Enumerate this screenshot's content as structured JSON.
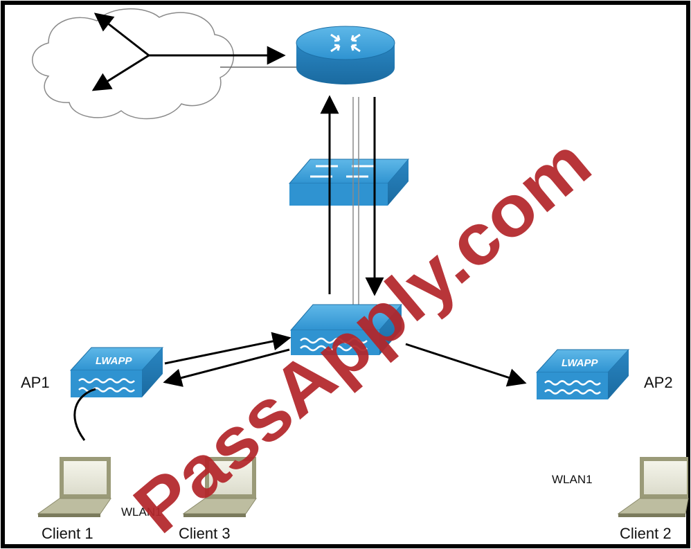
{
  "diagram": {
    "nodes": {
      "cloud": {
        "type": "network-cloud"
      },
      "router": {
        "type": "router"
      },
      "switch": {
        "type": "switch"
      },
      "controller": {
        "type": "wireless-lan-controller"
      },
      "ap1": {
        "label": "AP1",
        "badge": "LWAPP"
      },
      "ap2": {
        "label": "AP2",
        "badge": "LWAPP"
      },
      "client1": {
        "label": "Client 1"
      },
      "client3": {
        "label": "Client 3"
      },
      "client2": {
        "label": "Client 2"
      }
    },
    "wlan_labels": {
      "left": "WLAN1",
      "right": "WLAN1"
    },
    "watermark": "PassApply.com",
    "colors": {
      "device_blue": "#2f93d1",
      "device_dark": "#1c6fa6",
      "watermark_red": "#b3262a",
      "frame": "#000000"
    }
  }
}
